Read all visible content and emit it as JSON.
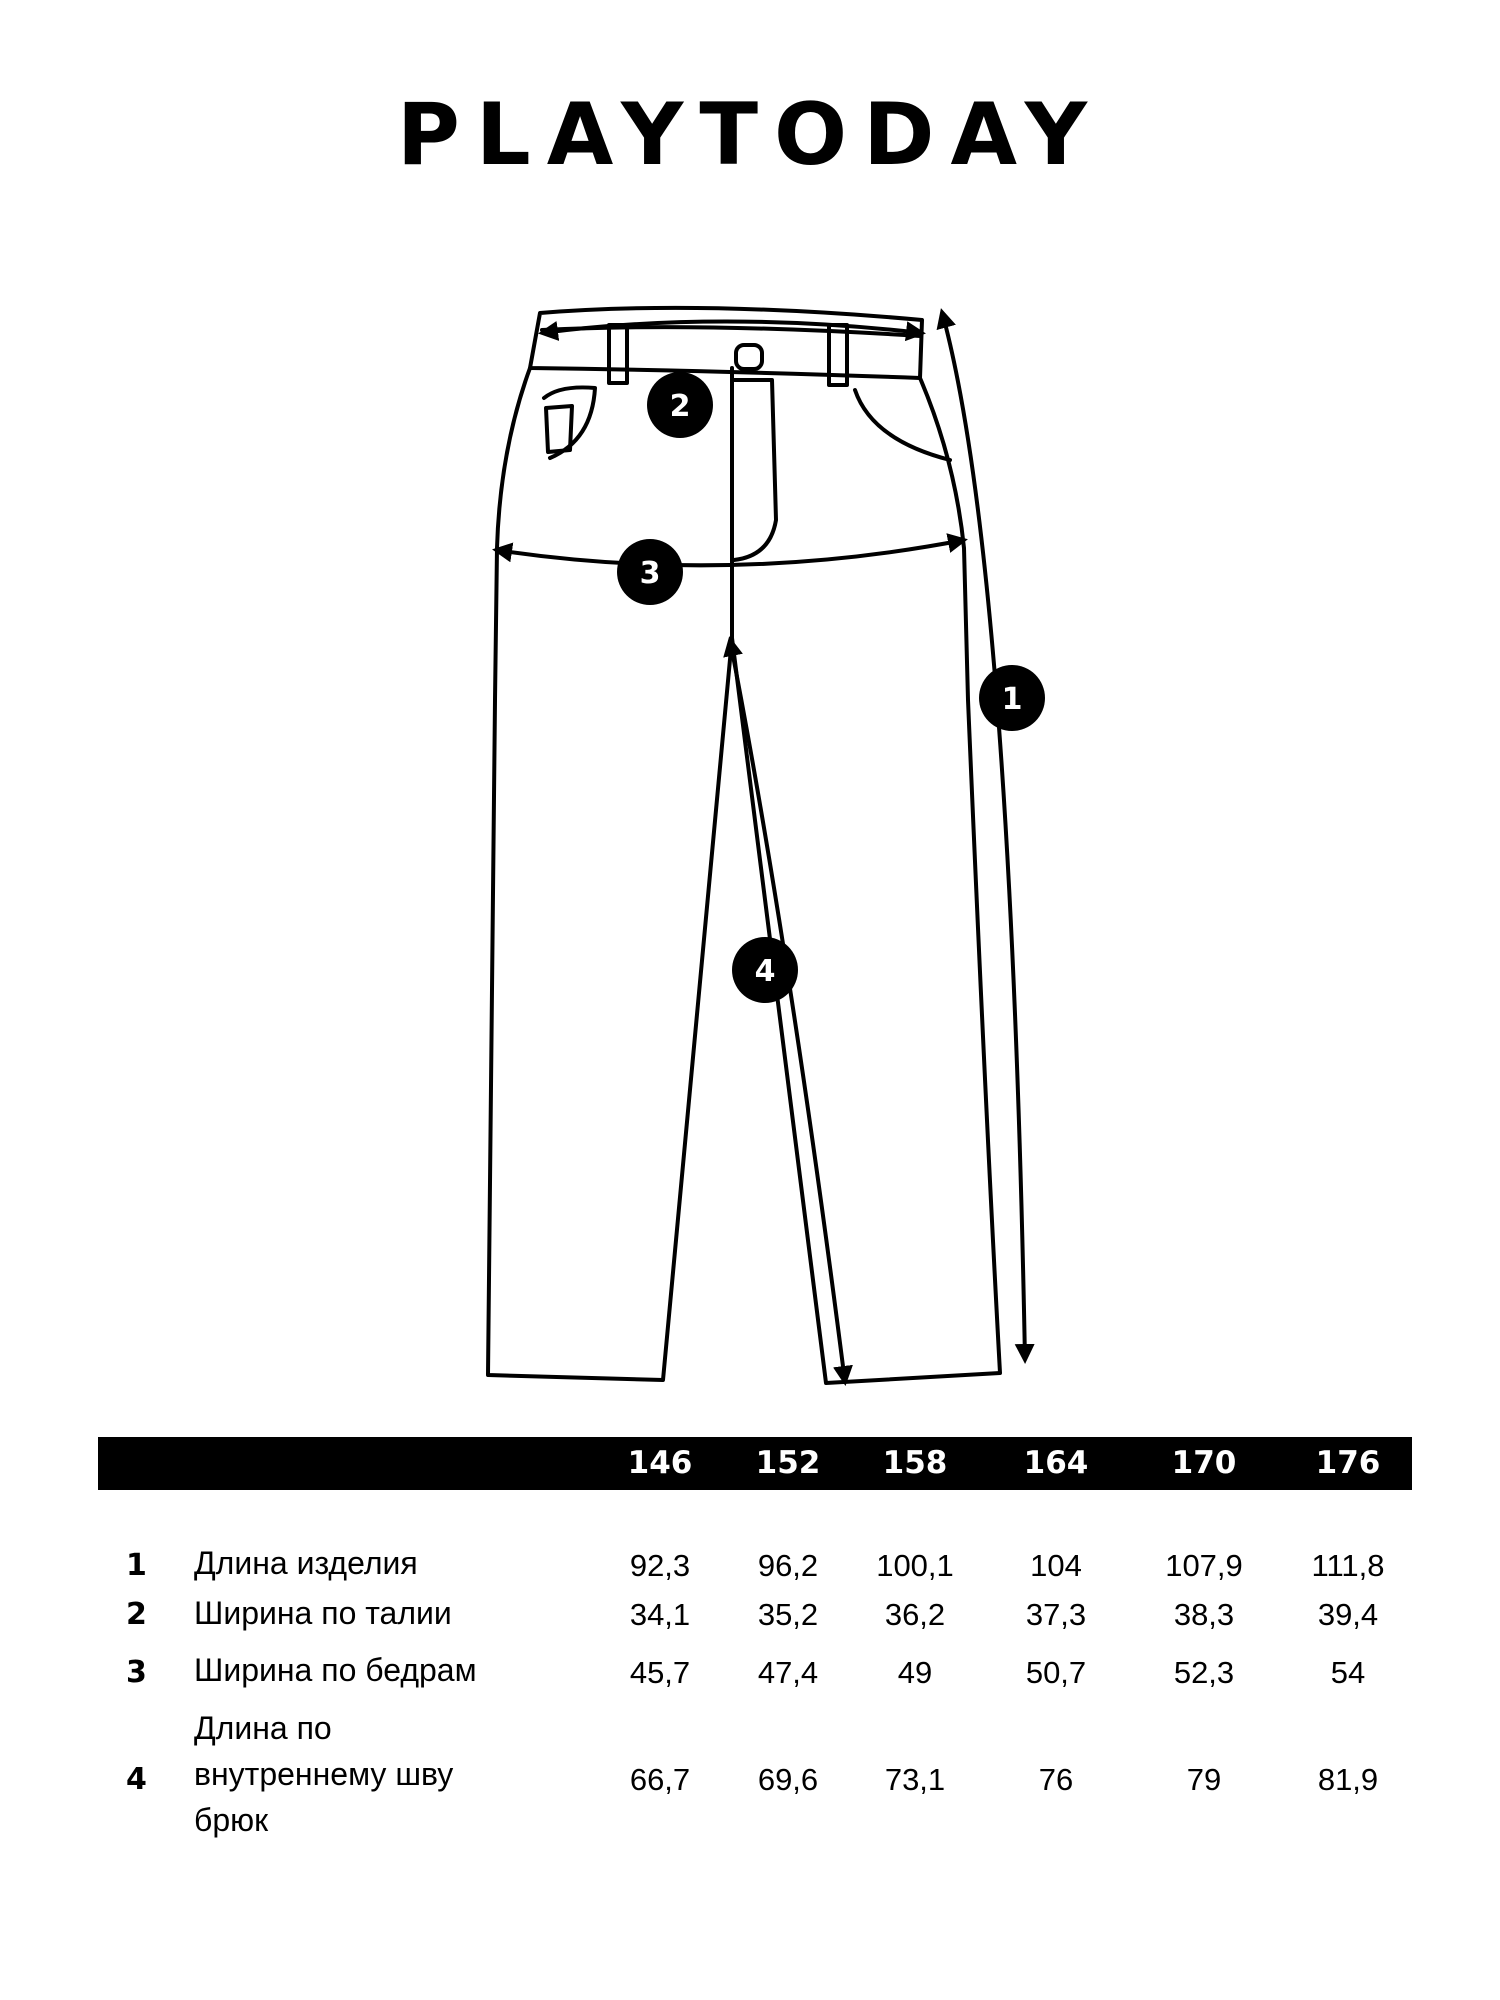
{
  "brand": {
    "name": "PLAYTODAY"
  },
  "markers": [
    "1",
    "2",
    "3",
    "4"
  ],
  "table": {
    "sizes": [
      "146",
      "152",
      "158",
      "164",
      "170",
      "176"
    ],
    "rows": [
      {
        "num": "1",
        "label": "Длина изделия",
        "values": [
          "92,3",
          "96,2",
          "100,1",
          "104",
          "107,9",
          "111,8"
        ]
      },
      {
        "num": "2",
        "label": "Ширина по талии",
        "values": [
          "34,1",
          "35,2",
          "36,2",
          "37,3",
          "38,3",
          "39,4"
        ]
      },
      {
        "num": "3",
        "label": "Ширина по бедрам",
        "values": [
          "45,7",
          "47,4",
          "49",
          "50,7",
          "52,3",
          "54"
        ]
      },
      {
        "num": "4",
        "label": "Длина по внутреннему шву брюк",
        "values": [
          "66,7",
          "69,6",
          "73,1",
          "76",
          "79",
          "81,9"
        ]
      }
    ]
  }
}
